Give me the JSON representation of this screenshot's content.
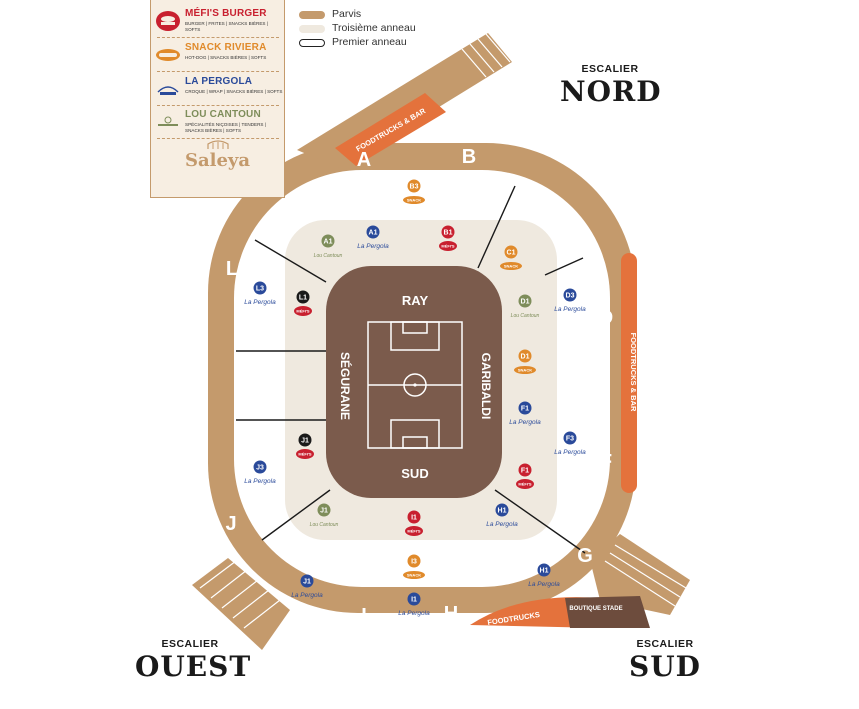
{
  "legend": {
    "vendors": [
      {
        "name": "MÉFI'S BURGER",
        "desc": "BURGER | FRITES | SNACKS BIÈRES | SOFTS",
        "color": "#c8202f",
        "icon": "mefis-burger-logo"
      },
      {
        "name": "SNACK RIVIERA",
        "desc": "HOT-DOG | SNACKS BIÈRES | SOFTS",
        "color": "#e08a2b",
        "icon": "snack-logo"
      },
      {
        "name": "LA PERGOLA",
        "desc": "CROQUE | WRAP | SNACKS BIÈRES | SOFTS",
        "color": "#2a4a9a",
        "icon": "la-pergola-logo"
      },
      {
        "name": "LOU CANTOUN",
        "desc": "SPÉCIALITÉS NIÇOISES | TENDERS | SNACKS BIÈRES | SOFTS",
        "color": "#7e8d5a",
        "icon": "lou-cantoun-logo"
      }
    ],
    "brand": "Saleya",
    "map_keys": [
      {
        "label": "Parvis",
        "swatch": "#c49a6c"
      },
      {
        "label": "Troisième anneau",
        "swatch": "#efe9df"
      },
      {
        "label": "Premier anneau",
        "swatch": "#ffffff"
      }
    ]
  },
  "stands": {
    "north": "RAY",
    "west": "SÉGURANE",
    "east": "GARIBALDI",
    "south": "SUD"
  },
  "stairs": [
    {
      "top": "ESCALIER",
      "name": "NORD"
    },
    {
      "top": "ESCALIER",
      "name": "OUEST"
    },
    {
      "top": "ESCALIER",
      "name": "SUD"
    }
  ],
  "gates": {
    "A": "A",
    "B": "B",
    "D": "D",
    "F": "F",
    "G": "G",
    "H": "H",
    "I": "I",
    "J": "J",
    "L": "L"
  },
  "labels": {
    "foodtrucks_bar_nw": "FOODTRUCKS & BAR",
    "foodtrucks_bar_e": "FOODTRUCKS & BAR",
    "foodtrucks_s": "FOODTRUCKS",
    "boutique": "BOUTIQUE STADE"
  },
  "brand_labels": {
    "lou_cantoun": "Lou Cantoun",
    "pergola": "La Pergola",
    "snack": "SNACK",
    "mefis": "MÉFI'S"
  },
  "kiosks": [
    {
      "code": "B3",
      "vendor": "snack"
    },
    {
      "code": "A1",
      "vendor": "lou"
    },
    {
      "code": "A1",
      "vendor": "pergola"
    },
    {
      "code": "B1",
      "vendor": "mefis"
    },
    {
      "code": "C1",
      "vendor": "snack"
    },
    {
      "code": "L3",
      "vendor": "pergola"
    },
    {
      "code": "L1",
      "vendor": "mefis"
    },
    {
      "code": "D1",
      "vendor": "lou"
    },
    {
      "code": "D3",
      "vendor": "pergola"
    },
    {
      "code": "D1",
      "vendor": "snack"
    },
    {
      "code": "F1",
      "vendor": "pergola"
    },
    {
      "code": "F3",
      "vendor": "pergola"
    },
    {
      "code": "F1",
      "vendor": "mefis"
    },
    {
      "code": "J1",
      "vendor": "mefis"
    },
    {
      "code": "J3",
      "vendor": "pergola"
    },
    {
      "code": "J1",
      "vendor": "lou"
    },
    {
      "code": "I1",
      "vendor": "mefis"
    },
    {
      "code": "H1",
      "vendor": "pergola"
    },
    {
      "code": "I3",
      "vendor": "snack"
    },
    {
      "code": "J1",
      "vendor": "pergola"
    },
    {
      "code": "I1",
      "vendor": "pergola"
    },
    {
      "code": "H1",
      "vendor": "pergola"
    }
  ],
  "colors": {
    "parvis": "#c49a6c",
    "third_ring": "#efe9df",
    "pitch": "#7b5b4c",
    "foodtruck": "#e4723c",
    "boutique": "#6d4c3d",
    "mefis": "#c8202f",
    "snack": "#e08a2b",
    "pergola": "#2a4a9a",
    "lou": "#7e8d5a"
  }
}
